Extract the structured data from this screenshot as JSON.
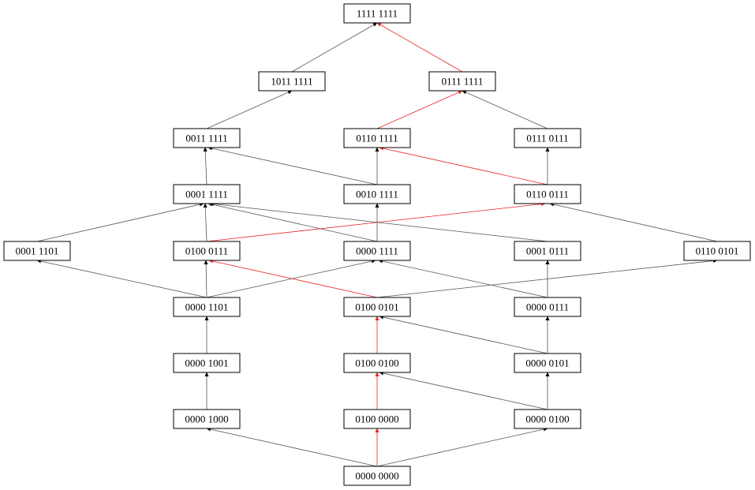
{
  "colors": {
    "default_edge": "#555555",
    "highlight_edge": "#e8231f",
    "node_border": "#000000",
    "node_fill": "#ffffff"
  },
  "nodes": [
    {
      "id": "n11111111",
      "label": "1111 1111"
    },
    {
      "id": "n10111111",
      "label": "1011 1111"
    },
    {
      "id": "n01111111",
      "label": "0111 1111"
    },
    {
      "id": "n00111111",
      "label": "0011 1111"
    },
    {
      "id": "n01101111",
      "label": "0110 1111"
    },
    {
      "id": "n01110111",
      "label": "0111 0111"
    },
    {
      "id": "n00011111",
      "label": "0001 1111"
    },
    {
      "id": "n00101111",
      "label": "0010 1111"
    },
    {
      "id": "n01100111",
      "label": "0110 0111"
    },
    {
      "id": "n00011101",
      "label": "0001 1101"
    },
    {
      "id": "n01000111",
      "label": "0100 0111"
    },
    {
      "id": "n00001111",
      "label": "0000 1111"
    },
    {
      "id": "n00010111",
      "label": "0001 0111"
    },
    {
      "id": "n01100101",
      "label": "0110 0101"
    },
    {
      "id": "n00001101",
      "label": "0000 1101"
    },
    {
      "id": "n01000101",
      "label": "0100 0101"
    },
    {
      "id": "n00000111",
      "label": "0000 0111"
    },
    {
      "id": "n00001001",
      "label": "0000 1001"
    },
    {
      "id": "n01000100",
      "label": "0100 0100"
    },
    {
      "id": "n00000101",
      "label": "0000 0101"
    },
    {
      "id": "n00001000",
      "label": "0000 1000"
    },
    {
      "id": "n01000000",
      "label": "0100 0000"
    },
    {
      "id": "n00000100",
      "label": "0000 0100"
    },
    {
      "id": "n00000000",
      "label": "0000 0000"
    }
  ],
  "edges": [
    {
      "from": "n00000000",
      "to": "n00001000",
      "highlight": false
    },
    {
      "from": "n00000000",
      "to": "n01000000",
      "highlight": true
    },
    {
      "from": "n00000000",
      "to": "n00000100",
      "highlight": false
    },
    {
      "from": "n00001000",
      "to": "n00001001",
      "highlight": false
    },
    {
      "from": "n01000000",
      "to": "n01000100",
      "highlight": true
    },
    {
      "from": "n00000100",
      "to": "n01000100",
      "highlight": false
    },
    {
      "from": "n00000100",
      "to": "n00000101",
      "highlight": false
    },
    {
      "from": "n00001001",
      "to": "n00001101",
      "highlight": false
    },
    {
      "from": "n01000100",
      "to": "n01000101",
      "highlight": true
    },
    {
      "from": "n00000101",
      "to": "n01000101",
      "highlight": false
    },
    {
      "from": "n00000101",
      "to": "n00000111",
      "highlight": false
    },
    {
      "from": "n00001101",
      "to": "n00011101",
      "highlight": false
    },
    {
      "from": "n00001101",
      "to": "n01000111",
      "highlight": false
    },
    {
      "from": "n00001101",
      "to": "n00001111",
      "highlight": false
    },
    {
      "from": "n01000101",
      "to": "n01000111",
      "highlight": true
    },
    {
      "from": "n01000101",
      "to": "n01100101",
      "highlight": false
    },
    {
      "from": "n00000111",
      "to": "n00001111",
      "highlight": false
    },
    {
      "from": "n00000111",
      "to": "n00010111",
      "highlight": false
    },
    {
      "from": "n00011101",
      "to": "n00011111",
      "highlight": false
    },
    {
      "from": "n01000111",
      "to": "n00011111",
      "highlight": false
    },
    {
      "from": "n01000111",
      "to": "n01100111",
      "highlight": true
    },
    {
      "from": "n00001111",
      "to": "n00011111",
      "highlight": false
    },
    {
      "from": "n00001111",
      "to": "n00101111",
      "highlight": false
    },
    {
      "from": "n00010111",
      "to": "n00011111",
      "highlight": false
    },
    {
      "from": "n01100101",
      "to": "n01100111",
      "highlight": false
    },
    {
      "from": "n00011111",
      "to": "n00111111",
      "highlight": false
    },
    {
      "from": "n00101111",
      "to": "n00111111",
      "highlight": false
    },
    {
      "from": "n00101111",
      "to": "n01101111",
      "highlight": false
    },
    {
      "from": "n01100111",
      "to": "n01101111",
      "highlight": true
    },
    {
      "from": "n01100111",
      "to": "n01110111",
      "highlight": false
    },
    {
      "from": "n00111111",
      "to": "n10111111",
      "highlight": false
    },
    {
      "from": "n01101111",
      "to": "n01111111",
      "highlight": true
    },
    {
      "from": "n01110111",
      "to": "n01111111",
      "highlight": false
    },
    {
      "from": "n10111111",
      "to": "n11111111",
      "highlight": false
    },
    {
      "from": "n01111111",
      "to": "n11111111",
      "highlight": true
    }
  ]
}
